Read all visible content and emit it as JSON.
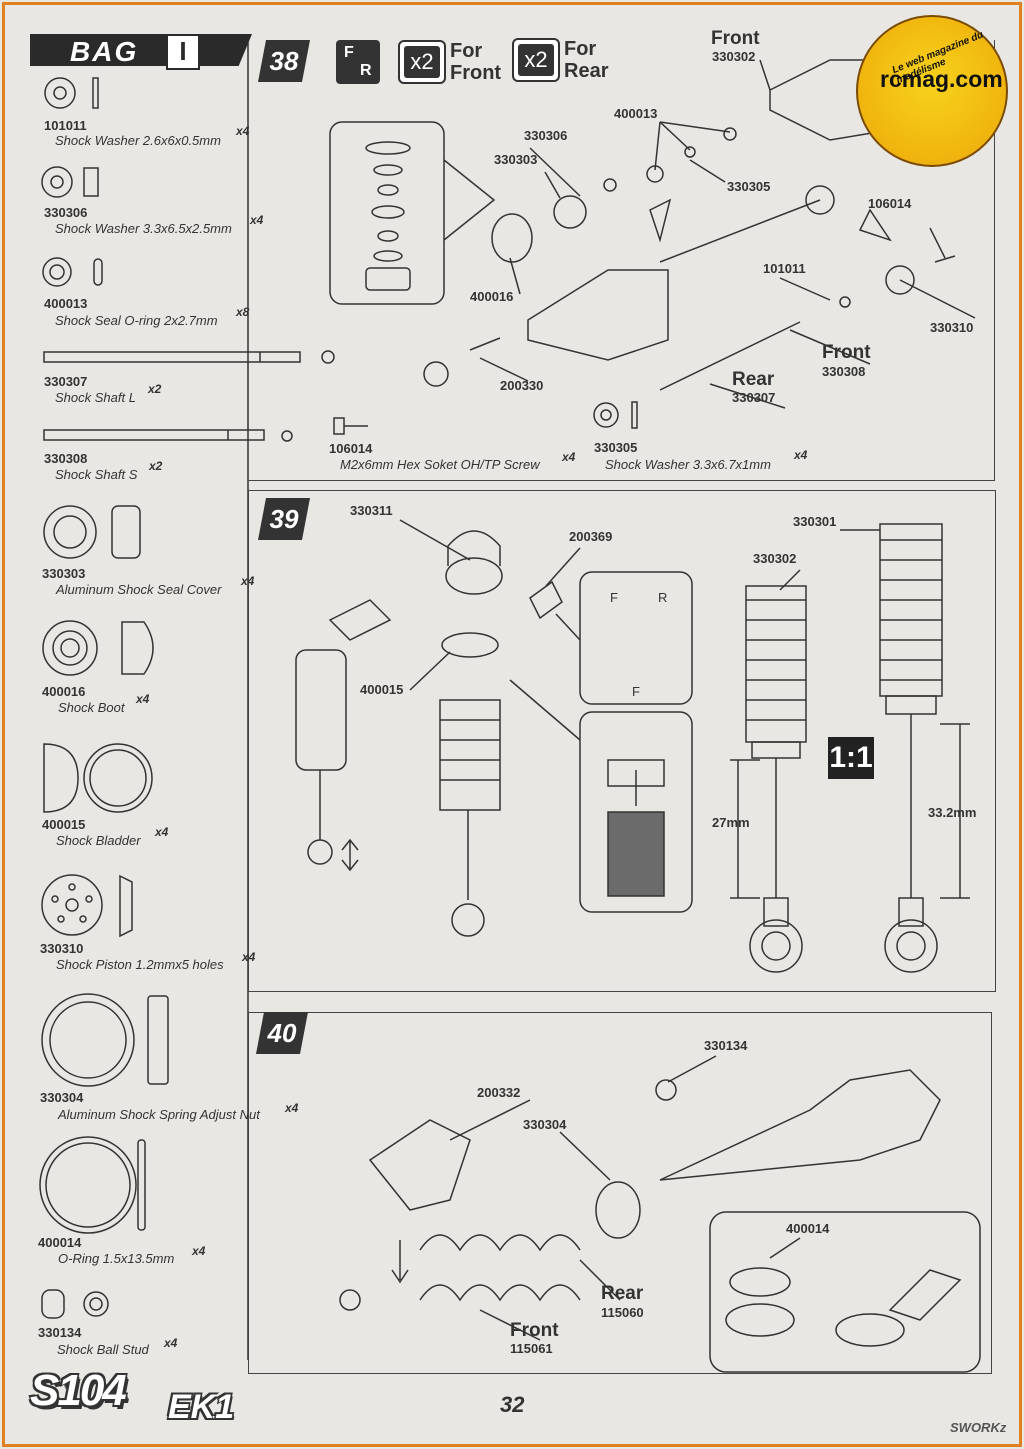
{
  "bag": {
    "label": "BAG",
    "number": "I"
  },
  "watermark": {
    "name": "rcmag.com",
    "ring_text": "Le web magazine du modélisme"
  },
  "step38": {
    "number": "38",
    "fr_f": "F",
    "fr_r": "R",
    "qty_front": "x2",
    "for_front_1": "For",
    "for_front_2": "Front",
    "qty_rear": "x2",
    "for_rear_1": "For",
    "for_rear_2": "Rear",
    "front_label": "Front",
    "rear_label": "Rear",
    "front_label2": "Front",
    "callouts": {
      "c330302": "330302",
      "c400013": "400013",
      "c330306": "330306",
      "c330303": "330303",
      "c330305": "330305",
      "c106014": "106014",
      "c101011": "101011",
      "c400016": "400016",
      "c330310": "330310",
      "c330308": "330308",
      "c200330": "200330",
      "c330307": "330307"
    },
    "screw": {
      "pn": "106014",
      "desc": "M2x6mm Hex Soket OH/TP Screw",
      "qty": "x4"
    },
    "washer": {
      "pn": "330305",
      "desc": "Shock Washer 3.3x6.7x1mm",
      "qty": "x4"
    }
  },
  "step39": {
    "number": "39",
    "callouts": {
      "c330311": "330311",
      "c200369": "200369",
      "c400015": "400015",
      "c330302": "330302",
      "c330301": "330301"
    },
    "f_label": "F",
    "r_label": "R",
    "f_label2": "F",
    "ratio": "1:1",
    "dim_short": "27mm",
    "dim_long": "33.2mm"
  },
  "step40": {
    "number": "40",
    "callouts": {
      "c330134": "330134",
      "c200332": "200332",
      "c330304": "330304",
      "c400014": "400014"
    },
    "rear_label": "Rear",
    "rear_pn": "115060",
    "front_label": "Front",
    "front_pn": "115061"
  },
  "parts": [
    {
      "pn": "101011",
      "desc": "Shock Washer 2.6x6x0.5mm",
      "qty": "x4"
    },
    {
      "pn": "330306",
      "desc": "Shock Washer 3.3x6.5x2.5mm",
      "qty": "x4"
    },
    {
      "pn": "400013",
      "desc": "Shock Seal O-ring 2x2.7mm",
      "qty": "x8"
    },
    {
      "pn": "330307",
      "desc": "Shock Shaft L",
      "qty": "x2"
    },
    {
      "pn": "330308",
      "desc": "Shock Shaft S",
      "qty": "x2"
    },
    {
      "pn": "330303",
      "desc": "Aluminum Shock Seal Cover",
      "qty": "x4"
    },
    {
      "pn": "400016",
      "desc": "Shock Boot",
      "qty": "x4"
    },
    {
      "pn": "400015",
      "desc": "Shock Bladder",
      "qty": "x4"
    },
    {
      "pn": "330310",
      "desc": "Shock Piston 1.2mmx5 holes",
      "qty": "x4"
    },
    {
      "pn": "330304",
      "desc": "Aluminum Shock Spring Adjust Nut",
      "qty": "x4"
    },
    {
      "pn": "400014",
      "desc": "O-Ring 1.5x13.5mm",
      "qty": "x4"
    },
    {
      "pn": "330134",
      "desc": "Shock Ball Stud",
      "qty": "x4"
    }
  ],
  "footer": {
    "page": "32",
    "logo_model": "S104",
    "logo_variant": "EK1",
    "logo_brand": "SWORKz"
  }
}
